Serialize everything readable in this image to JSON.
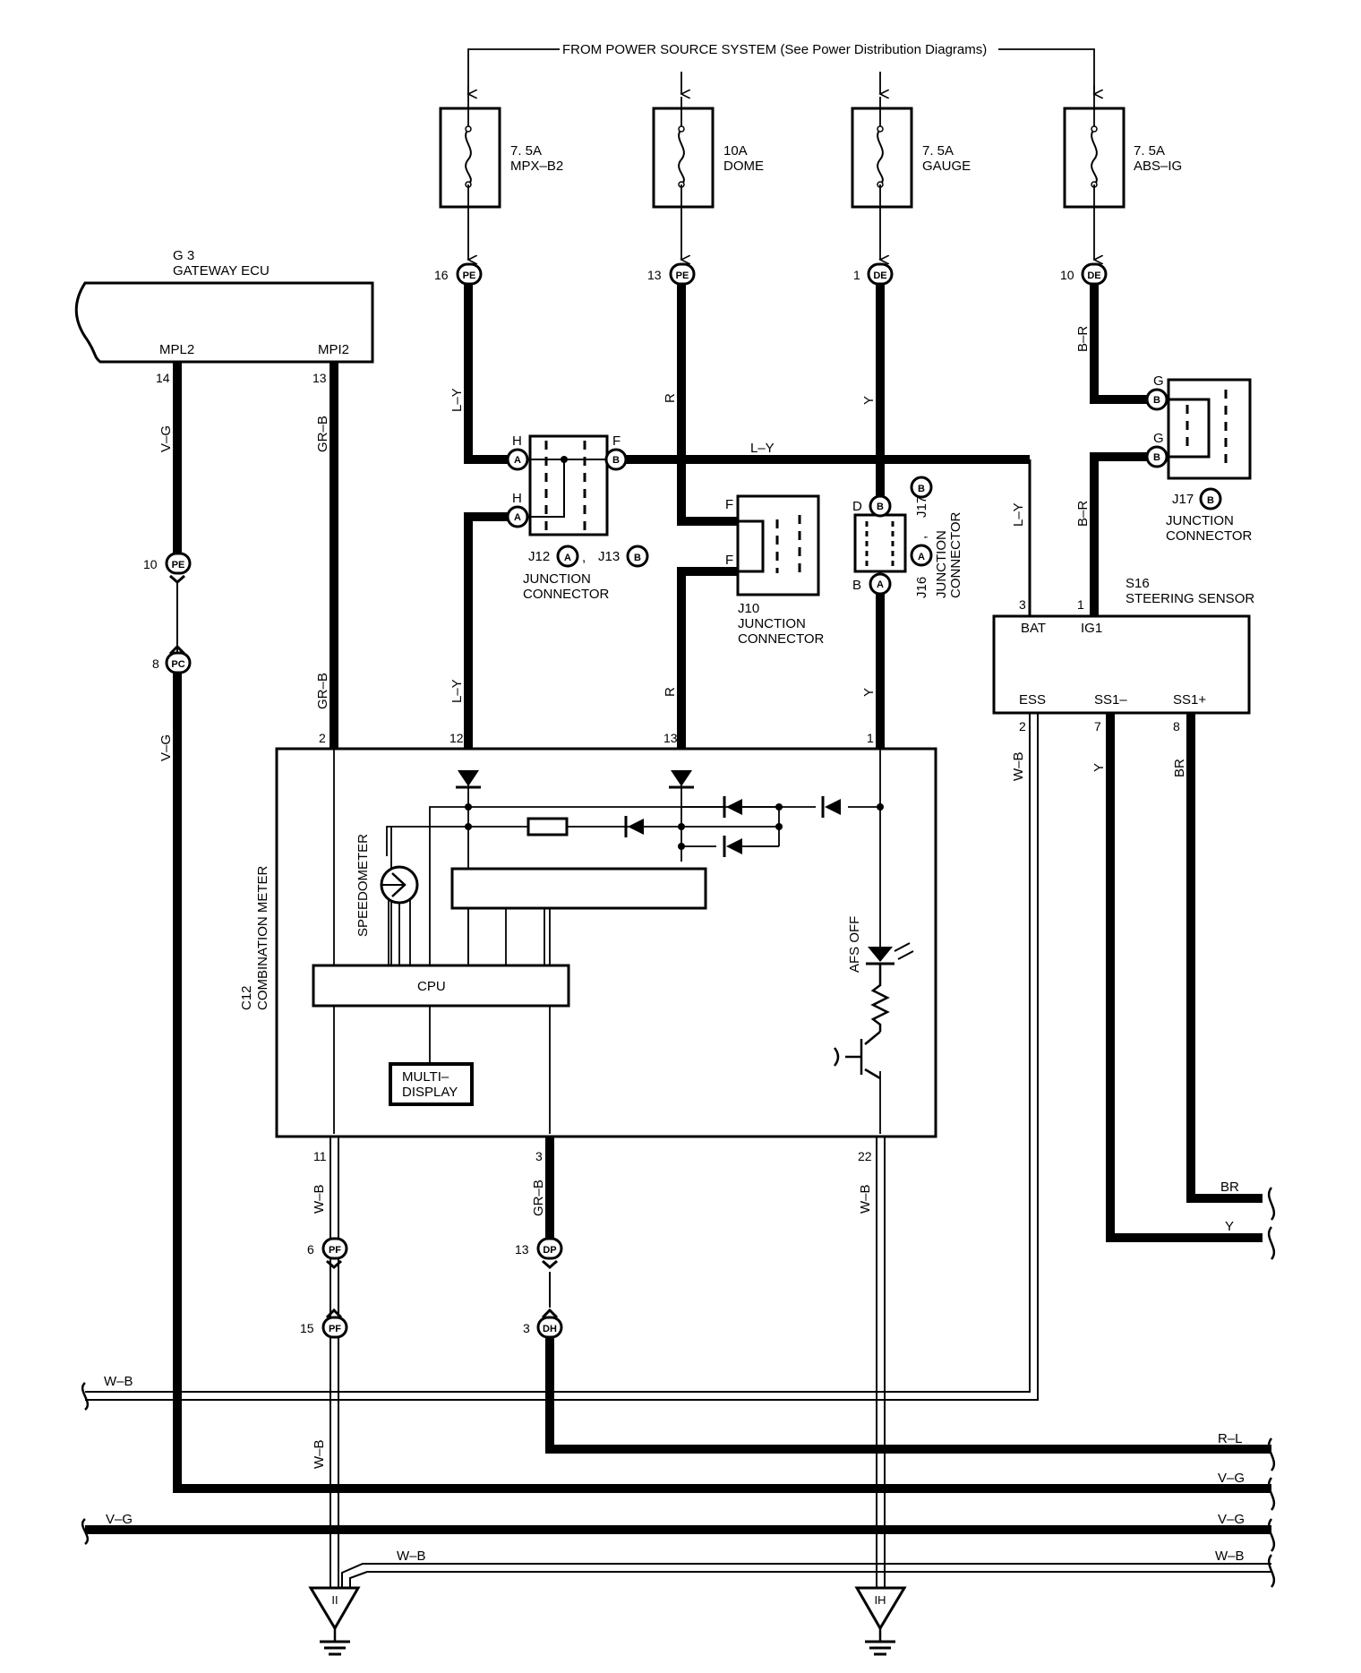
{
  "header": {
    "power_source": "FROM POWER SOURCE SYSTEM (See Power Distribution Diagrams)"
  },
  "fuses": [
    {
      "amp": "7. 5A",
      "name": "MPX–B2"
    },
    {
      "amp": "10A",
      "name": "DOME"
    },
    {
      "amp": "7. 5A",
      "name": "GAUGE"
    },
    {
      "amp": "7. 5A",
      "name": "ABS–IG"
    }
  ],
  "connectors_top": [
    {
      "pin": "16",
      "code": "PE"
    },
    {
      "pin": "13",
      "code": "PE"
    },
    {
      "pin": "1",
      "code": "DE"
    },
    {
      "pin": "10",
      "code": "DE"
    }
  ],
  "gateway": {
    "id": "G 3",
    "name": "GATEWAY ECU",
    "pins": [
      {
        "name": "MPL2",
        "num": "14"
      },
      {
        "name": "MPI2",
        "num": "13"
      }
    ]
  },
  "wires": {
    "v_g": "V–G",
    "gr_b": "GR–B",
    "l_y": "L–Y",
    "r": "R",
    "y": "Y",
    "b_r": "B–R",
    "w_b": "W–B",
    "br": "BR",
    "r_l": "R–L"
  },
  "pins": {
    "g": "G",
    "h": "H",
    "f": "F",
    "d": "D",
    "b": "B",
    "p2": "2",
    "p12": "12",
    "p13": "13",
    "p1": "1",
    "p3": "3",
    "p7": "7",
    "p8": "8",
    "p11": "11",
    "p22": "22",
    "p10": "10",
    "p6": "6",
    "p15": "15"
  },
  "badges": {
    "a": "A",
    "b": "B"
  },
  "inline_connectors": [
    {
      "pin": "10",
      "code": "PE"
    },
    {
      "pin": "8",
      "code": "PC"
    },
    {
      "pin": "6",
      "code": "PF"
    },
    {
      "pin": "15",
      "code": "PF"
    },
    {
      "pin": "13",
      "code": "DP"
    },
    {
      "pin": "3",
      "code": "DH"
    }
  ],
  "junctions": {
    "j12": "J12",
    "j13": "J13",
    "j10": "J10",
    "j16": "J16",
    "j17": "J17",
    "label": "JUNCTION CONNECTOR",
    "junction": "JUNCTION",
    "connector": "CONNECTOR",
    "sep": ","
  },
  "steering_sensor": {
    "id": "S16",
    "name": "STEERING SENSOR",
    "pins": {
      "bat": "BAT",
      "ig1": "IG1",
      "ess": "ESS",
      "ss1m": "SS1–",
      "ss1p": "SS1+"
    }
  },
  "meter": {
    "id": "C12",
    "name": "COMBINATION METER",
    "speedometer": "SPEEDOMETER",
    "cpu": "CPU",
    "display_line1": "MULTI–",
    "display_line2": "DISPLAY",
    "afs_off": "AFS OFF"
  },
  "grounds": {
    "left": "II",
    "right": "IH"
  }
}
